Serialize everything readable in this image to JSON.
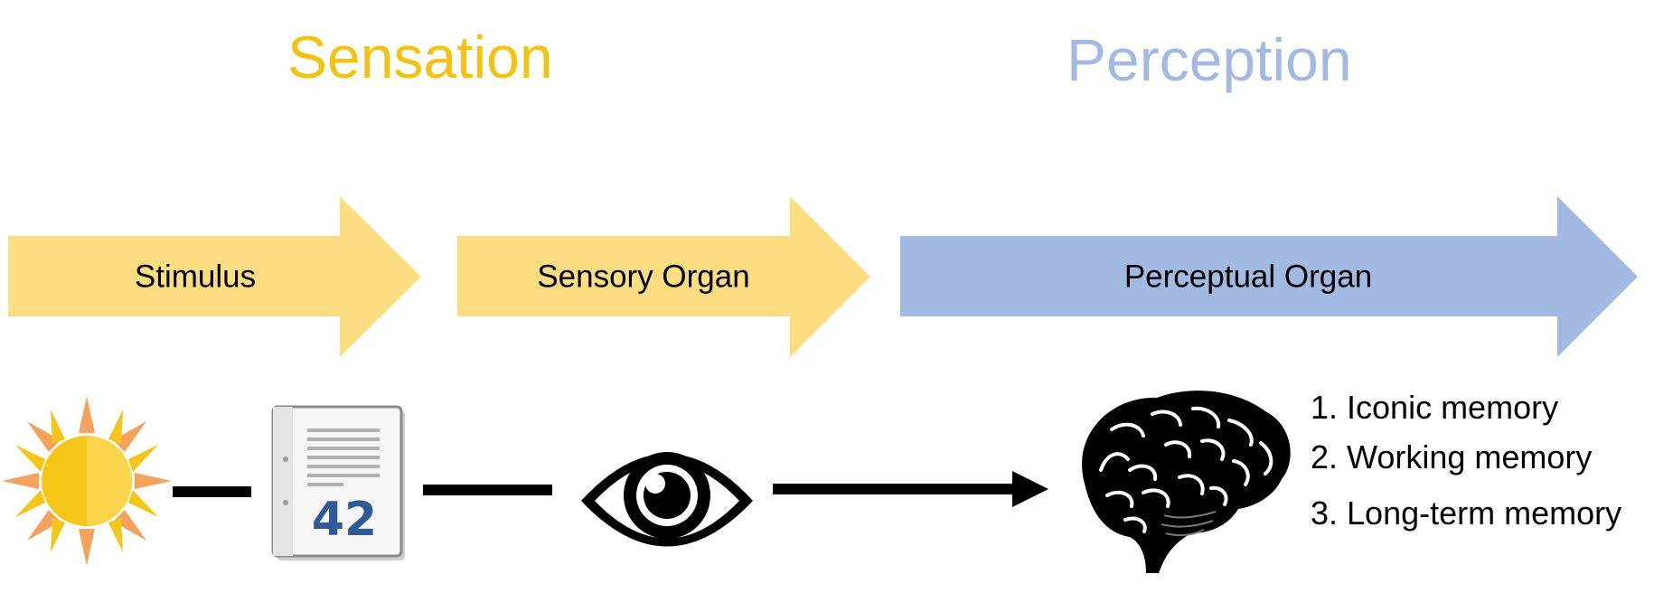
{
  "headings": {
    "sensation": "Sensation",
    "perception": "Perception"
  },
  "arrows": [
    {
      "label": "Stimulus",
      "color": "#FCDD82"
    },
    {
      "label": "Sensory Organ",
      "color": "#FCDD82"
    },
    {
      "label": "Perceptual Organ",
      "color": "#A2B9E2"
    }
  ],
  "icons": {
    "sun": "sun-icon",
    "document": "document-icon",
    "eye": "eye-icon",
    "brain": "brain-icon"
  },
  "document": {
    "number": "42"
  },
  "memory": {
    "items": [
      "1. Iconic memory",
      "2. Working memory",
      "3. Long-term memory"
    ]
  },
  "colors": {
    "sensation": "#F5C211",
    "perception": "#A3B9E2",
    "sun_core": "#F5C518",
    "sun_rays_outer": "#F5A35C",
    "document_number": "#2E5B96"
  }
}
